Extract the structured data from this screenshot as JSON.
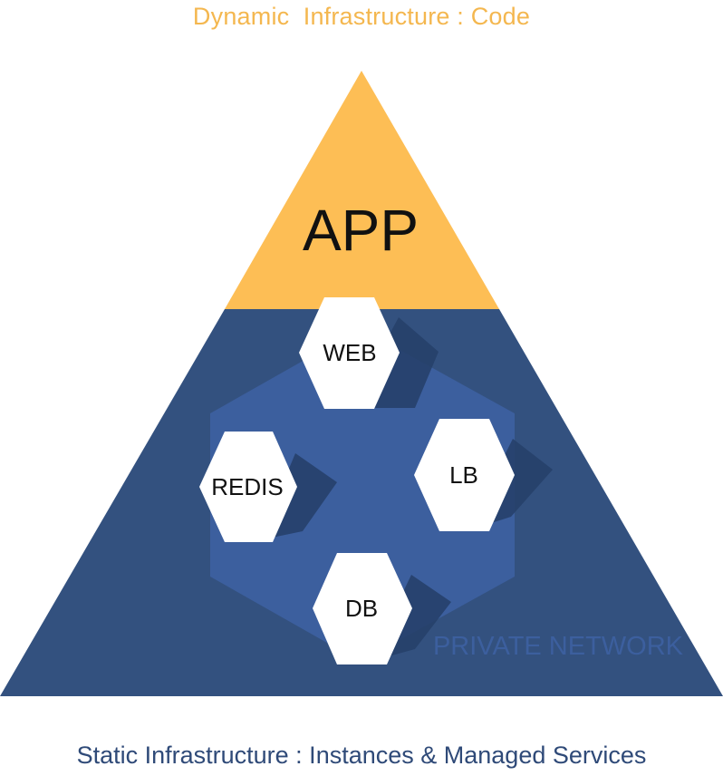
{
  "captions": {
    "top": "Dynamic  Infrastructure : Code",
    "bottom": "Static Infrastructure : Instances & Managed Services"
  },
  "app": {
    "label": "APP"
  },
  "network": {
    "label": "PRIVATE NETWORK"
  },
  "nodes": {
    "web": "WEB",
    "redis": "REDIS",
    "lb": "LB",
    "db": "DB"
  },
  "colors": {
    "app_layer": "#fdbe55",
    "static_layer": "#33517f",
    "network_hex": "#3c5f9e",
    "node_fill": "#ffffff",
    "shadow": "#26406a",
    "top_caption": "#f4b74f",
    "bottom_caption": "#2f4a78"
  }
}
